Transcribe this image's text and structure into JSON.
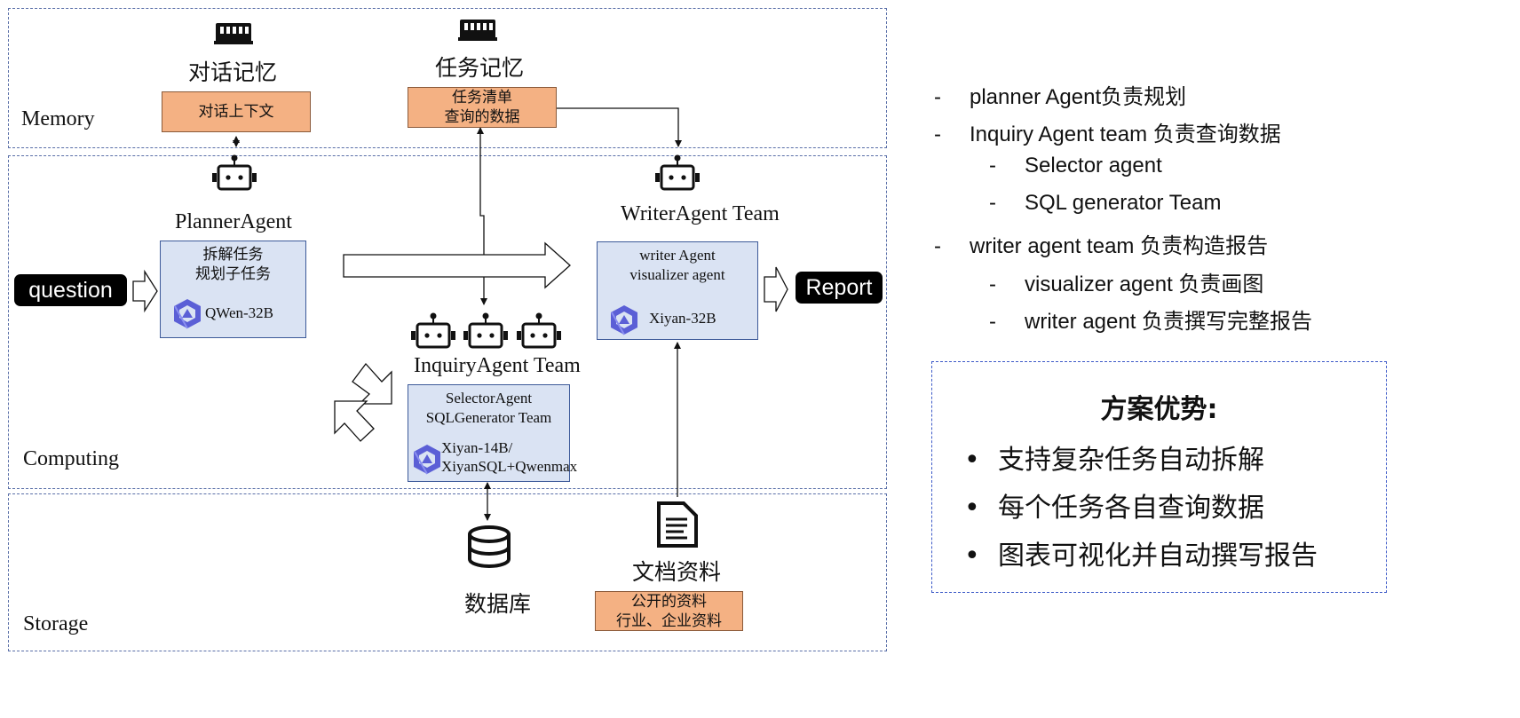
{
  "layers": {
    "memory": "Memory",
    "computing": "Computing",
    "storage": "Storage"
  },
  "memory": {
    "dialog_title": "对话记忆",
    "dialog_box": "对话上下文",
    "task_title": "任务记忆",
    "task_box": [
      "任务清单",
      "查询的数据"
    ]
  },
  "planner": {
    "title": "PlannerAgent",
    "desc": [
      "拆解任务",
      "规划子任务"
    ],
    "model": "QWen-32B"
  },
  "inquiry": {
    "title": "InquiryAgent Team",
    "desc": [
      "SelectorAgent",
      "SQLGenerator Team"
    ],
    "model": [
      "Xiyan-14B/",
      "XiyanSQL+Qwenmax"
    ]
  },
  "writer": {
    "title": "WriterAgent Team",
    "desc": [
      "writer Agent",
      "visualizer agent"
    ],
    "model": "Xiyan-32B"
  },
  "io": {
    "input": "question",
    "output": "Report"
  },
  "storage": {
    "db_label": "数据库",
    "doc_label": "文档资料",
    "doc_box": [
      "公开的资料",
      "行业、企业资料"
    ]
  },
  "summary": {
    "items": [
      {
        "level": 0,
        "text": "planner Agent负责规划"
      },
      {
        "level": 0,
        "text": "Inquiry Agent team 负责查询数据"
      },
      {
        "level": 1,
        "text": "Selector agent"
      },
      {
        "level": 1,
        "text": "SQL generator Team"
      },
      {
        "level": 0,
        "text": "writer agent team 负责构造报告"
      },
      {
        "level": 1,
        "text": "visualizer agent 负责画图"
      },
      {
        "level": 1,
        "text": "writer agent 负责撰写完整报告"
      }
    ],
    "bullet": "-"
  },
  "advantages": {
    "title": "方案优势:",
    "items": [
      "支持复杂任务自动拆解",
      "每个任务各自查询数据",
      "图表可视化并自动撰写报告"
    ],
    "bullet": "•"
  },
  "colors": {
    "orange_fill": "#f4b183",
    "blue_fill": "#dae3f3",
    "layer_border": "#5a6fa8",
    "adv_border": "#3d5ac8"
  },
  "icons": [
    "memory-chip-icon",
    "robot-icon",
    "qwen-logo-icon",
    "database-icon",
    "document-icon",
    "cycle-arrows-icon"
  ]
}
